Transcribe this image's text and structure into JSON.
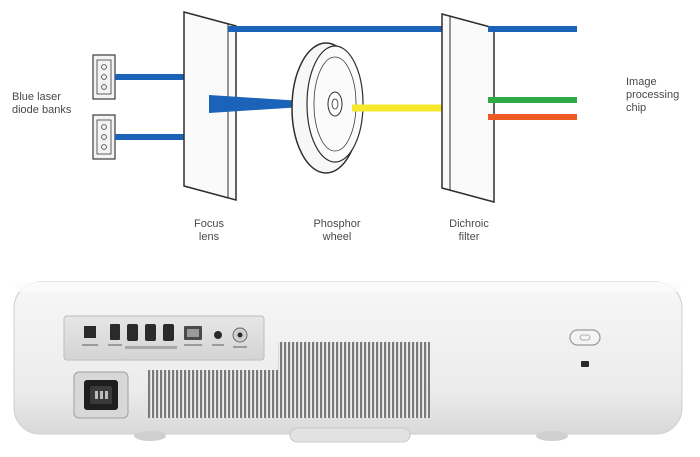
{
  "diagram": {
    "labels": {
      "laser_banks": [
        "Blue laser",
        "diode banks"
      ],
      "focus_lens": [
        "Focus",
        "lens"
      ],
      "phosphor_wheel": [
        "Phosphor",
        "wheel"
      ],
      "dichroic_filter": [
        "Dichroic",
        "filter"
      ],
      "image_chip": [
        "Image",
        "processing",
        "chip"
      ]
    },
    "colors": {
      "blue_beam": "#1a63b8",
      "yellow_beam": "#f6e82a",
      "green_beam": "#2eaa47",
      "red_beam": "#ee5a24",
      "outline": "#3a3a3a"
    }
  },
  "device": {
    "description_hidden": "",
    "colors": {
      "body": "#f2f2f2",
      "panel": "#dcdcdc",
      "vent": "#6a6a6a"
    }
  }
}
